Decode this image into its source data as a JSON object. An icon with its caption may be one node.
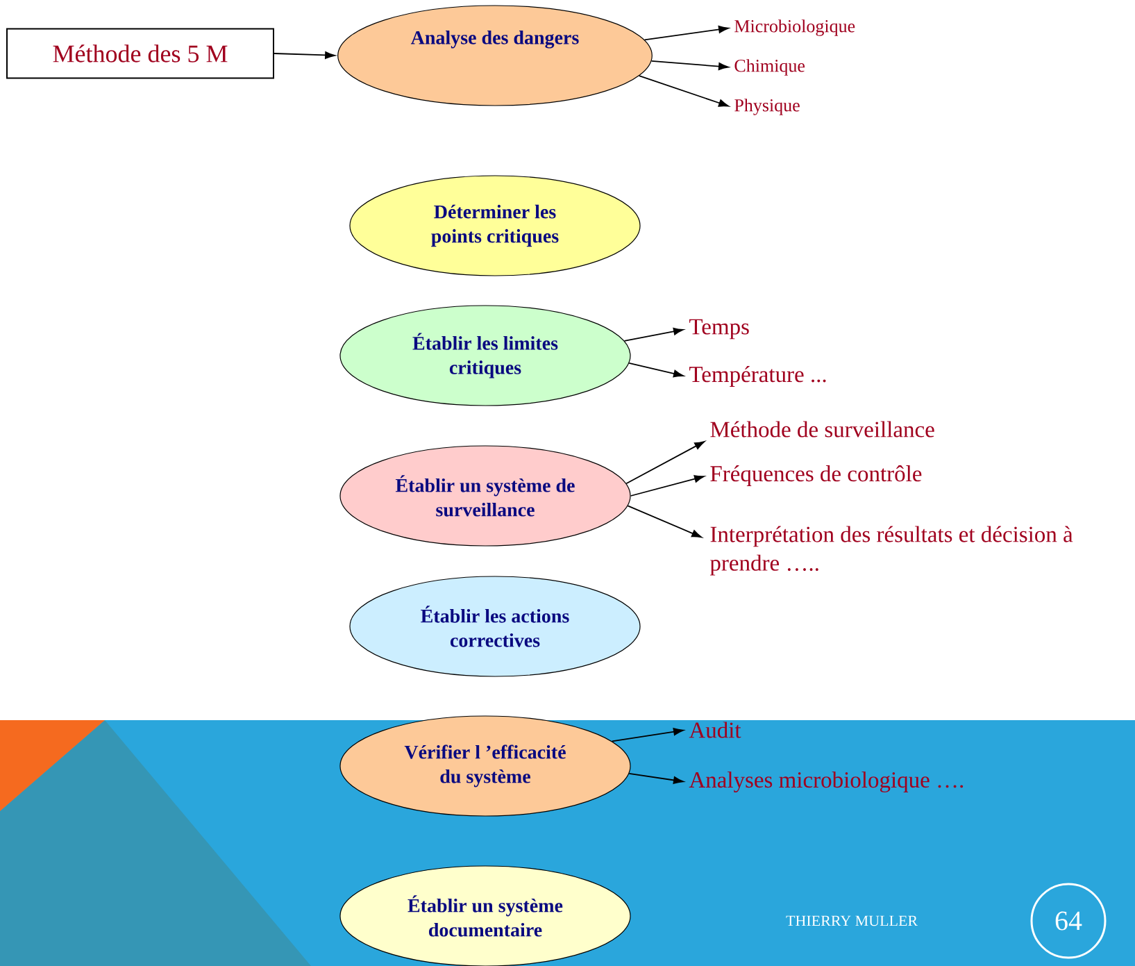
{
  "diagram": {
    "nodes": [
      {
        "text": [
          "Méthode des 5 M"
        ]
      },
      {
        "text": [
          "Analyse des dangers"
        ]
      },
      {
        "text": [
          "Microbiologique"
        ]
      },
      {
        "text": [
          "Chimique"
        ]
      },
      {
        "text": [
          "Physique"
        ]
      },
      {
        "text": [
          "Déterminer les points critiques"
        ]
      },
      {
        "text": [
          "Établir les limites critiques"
        ]
      },
      {
        "text": [
          "Temps"
        ]
      },
      {
        "text": [
          "Température ..."
        ]
      },
      {
        "text": [
          "Établir un système de surveillance"
        ]
      },
      {
        "text": [
          "Méthode de surveillance"
        ]
      },
      {
        "text": [
          "Fréquences de contrôle"
        ]
      },
      {
        "text": [
          "Interprétation des résultats et décision à prendre ….."
        ]
      },
      {
        "text": [
          "Établir les actions correctives"
        ]
      },
      {
        "text": [
          "Vérifier l ’efficacité du système"
        ]
      },
      {
        "text": [
          "Audit"
        ]
      },
      {
        "text": [
          "Analyses microbiologique …."
        ]
      },
      {
        "text": [
          "Établir un système documentaire"
        ]
      }
    ],
    "edges": [
      {
        "from": 0,
        "to": 1,
        "arrow": "to"
      },
      {
        "from": 1,
        "to": 2,
        "arrow": "to"
      },
      {
        "from": 1,
        "to": 3,
        "arrow": "to"
      },
      {
        "from": 1,
        "to": 4,
        "arrow": "to"
      },
      {
        "from": 6,
        "to": 7,
        "arrow": "to"
      },
      {
        "from": 6,
        "to": 8,
        "arrow": "to"
      },
      {
        "from": 9,
        "to": 10,
        "arrow": "to"
      },
      {
        "from": 9,
        "to": 11,
        "arrow": "to"
      },
      {
        "from": 9,
        "to": 12,
        "arrow": "to"
      },
      {
        "from": 14,
        "to": 15,
        "arrow": "to"
      },
      {
        "from": 14,
        "to": 16,
        "arrow": "to"
      }
    ],
    "labels": [
      "THIERRY MULLER",
      "64"
    ]
  }
}
